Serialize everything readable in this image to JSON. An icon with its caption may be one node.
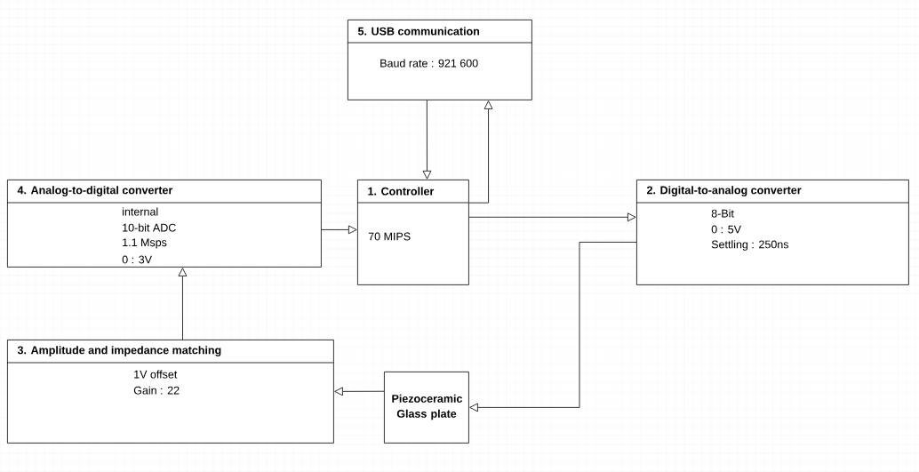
{
  "diagram": {
    "nodes": [
      {
        "text": [
          "5. USB communication",
          "Baud rate : 921 600"
        ]
      },
      {
        "text": [
          "4. Analog-to-digital converter",
          "internal",
          "10-bit ADC",
          "1.1 Msps",
          "0 : 3V"
        ]
      },
      {
        "text": [
          "1. Controller",
          "70 MIPS"
        ]
      },
      {
        "text": [
          "2. Digital-to-analog converter",
          "8-Bit",
          "0 : 5V",
          "Settling : 250ns"
        ]
      },
      {
        "text": [
          "3. Amplitude and impedance matching",
          "1V offset",
          "Gain : 22"
        ]
      },
      {
        "text": [
          "Piezoceramic Glass plate"
        ]
      }
    ],
    "edges": [
      {
        "from": 0,
        "to": 2,
        "arrow": "to"
      },
      {
        "from": 2,
        "to": 0,
        "arrow": "to"
      },
      {
        "from": 1,
        "to": 2,
        "arrow": "to"
      },
      {
        "from": 2,
        "to": 3,
        "arrow": "to"
      },
      {
        "from": 3,
        "to": 5,
        "arrow": "to"
      },
      {
        "from": 5,
        "to": 4,
        "arrow": "to"
      },
      {
        "from": 4,
        "to": 1,
        "arrow": "to"
      }
    ]
  }
}
